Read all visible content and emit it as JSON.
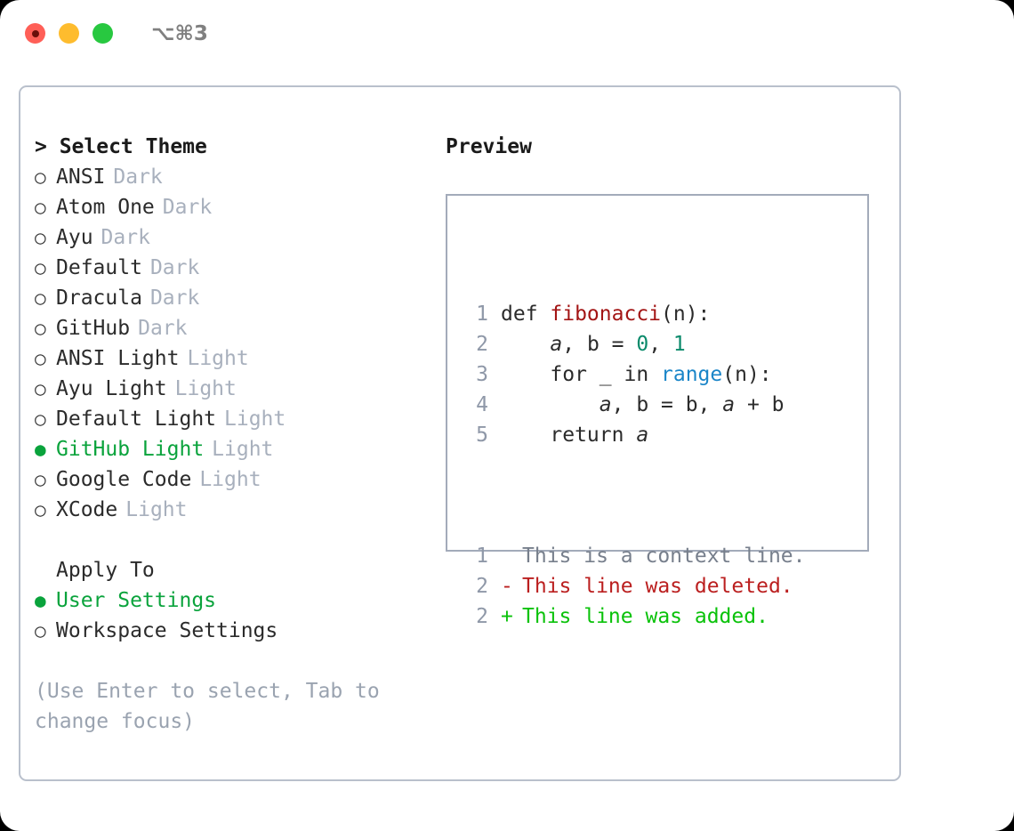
{
  "titlebar": {
    "traffic_lights": [
      "close-red",
      "minimize-yellow",
      "maximize-green"
    ],
    "shortcut": "⌥⌘3"
  },
  "theme_panel": {
    "header": "> Select Theme",
    "items": [
      {
        "marker": "○",
        "label": "ANSI",
        "variant": "Dark",
        "selected": false
      },
      {
        "marker": "○",
        "label": "Atom One",
        "variant": "Dark",
        "selected": false
      },
      {
        "marker": "○",
        "label": "Ayu",
        "variant": "Dark",
        "selected": false
      },
      {
        "marker": "○",
        "label": "Default",
        "variant": "Dark",
        "selected": false
      },
      {
        "marker": "○",
        "label": "Dracula",
        "variant": "Dark",
        "selected": false
      },
      {
        "marker": "○",
        "label": "GitHub",
        "variant": "Dark",
        "selected": false
      },
      {
        "marker": "○",
        "label": "ANSI Light",
        "variant": "Light",
        "selected": false
      },
      {
        "marker": "○",
        "label": "Ayu Light",
        "variant": "Light",
        "selected": false
      },
      {
        "marker": "○",
        "label": "Default Light",
        "variant": "Light",
        "selected": false
      },
      {
        "marker": "●",
        "label": "GitHub Light",
        "variant": "Light",
        "selected": true
      },
      {
        "marker": "○",
        "label": "Google Code",
        "variant": "Light",
        "selected": false
      },
      {
        "marker": "○",
        "label": "XCode",
        "variant": "Light",
        "selected": false
      }
    ],
    "apply_to": {
      "title": "Apply To",
      "options": [
        {
          "marker": "●",
          "label": "User Settings",
          "selected": true
        },
        {
          "marker": "○",
          "label": "Workspace Settings",
          "selected": false
        }
      ]
    },
    "hint": "(Use Enter to select, Tab to change focus)"
  },
  "preview": {
    "header": "Preview",
    "code_lines": [
      {
        "num": "1",
        "parts": [
          {
            "text": "def ",
            "type": "plain"
          },
          {
            "text": "fibonacci",
            "type": "fn"
          },
          {
            "text": "(n):",
            "type": "plain"
          }
        ]
      },
      {
        "num": "2",
        "parts": [
          {
            "text": "    ",
            "type": "plain"
          },
          {
            "text": "a",
            "type": "var"
          },
          {
            "text": ", b = ",
            "type": "plain"
          },
          {
            "text": "0",
            "type": "num"
          },
          {
            "text": ", ",
            "type": "plain"
          },
          {
            "text": "1",
            "type": "num"
          }
        ]
      },
      {
        "num": "3",
        "parts": [
          {
            "text": "    for _ in ",
            "type": "plain"
          },
          {
            "text": "range",
            "type": "call"
          },
          {
            "text": "(n):",
            "type": "plain"
          }
        ]
      },
      {
        "num": "4",
        "parts": [
          {
            "text": "        ",
            "type": "plain"
          },
          {
            "text": "a",
            "type": "var"
          },
          {
            "text": ", b = b, ",
            "type": "plain"
          },
          {
            "text": "a",
            "type": "var"
          },
          {
            "text": " + b",
            "type": "plain"
          }
        ]
      },
      {
        "num": "5",
        "parts": [
          {
            "text": "    return ",
            "type": "plain"
          },
          {
            "text": "a",
            "type": "var"
          }
        ]
      }
    ],
    "diff_lines": [
      {
        "num": "1",
        "sign": " ",
        "text": "This is a context line.",
        "kind": "context"
      },
      {
        "num": "2",
        "sign": "-",
        "text": "This line was deleted.",
        "kind": "del"
      },
      {
        "num": "2",
        "sign": "+",
        "text": "This line was added.",
        "kind": "add"
      }
    ]
  },
  "colors": {
    "accent_green": "#0aa33c",
    "muted": "#a8b0bd",
    "hint": "#9aa3b0",
    "line_number": "#8f98a8",
    "panel_border": "#b9c0cc",
    "preview_border": "#a3abba",
    "syntax_function": "#a31515",
    "syntax_number": "#0b8a6b",
    "syntax_call": "#1a85c8",
    "diff_deleted": "#bb1f1f",
    "diff_added": "#0ac20a",
    "traffic_red": "#ff5f57",
    "traffic_yellow": "#febc2e",
    "traffic_green": "#28c840"
  }
}
